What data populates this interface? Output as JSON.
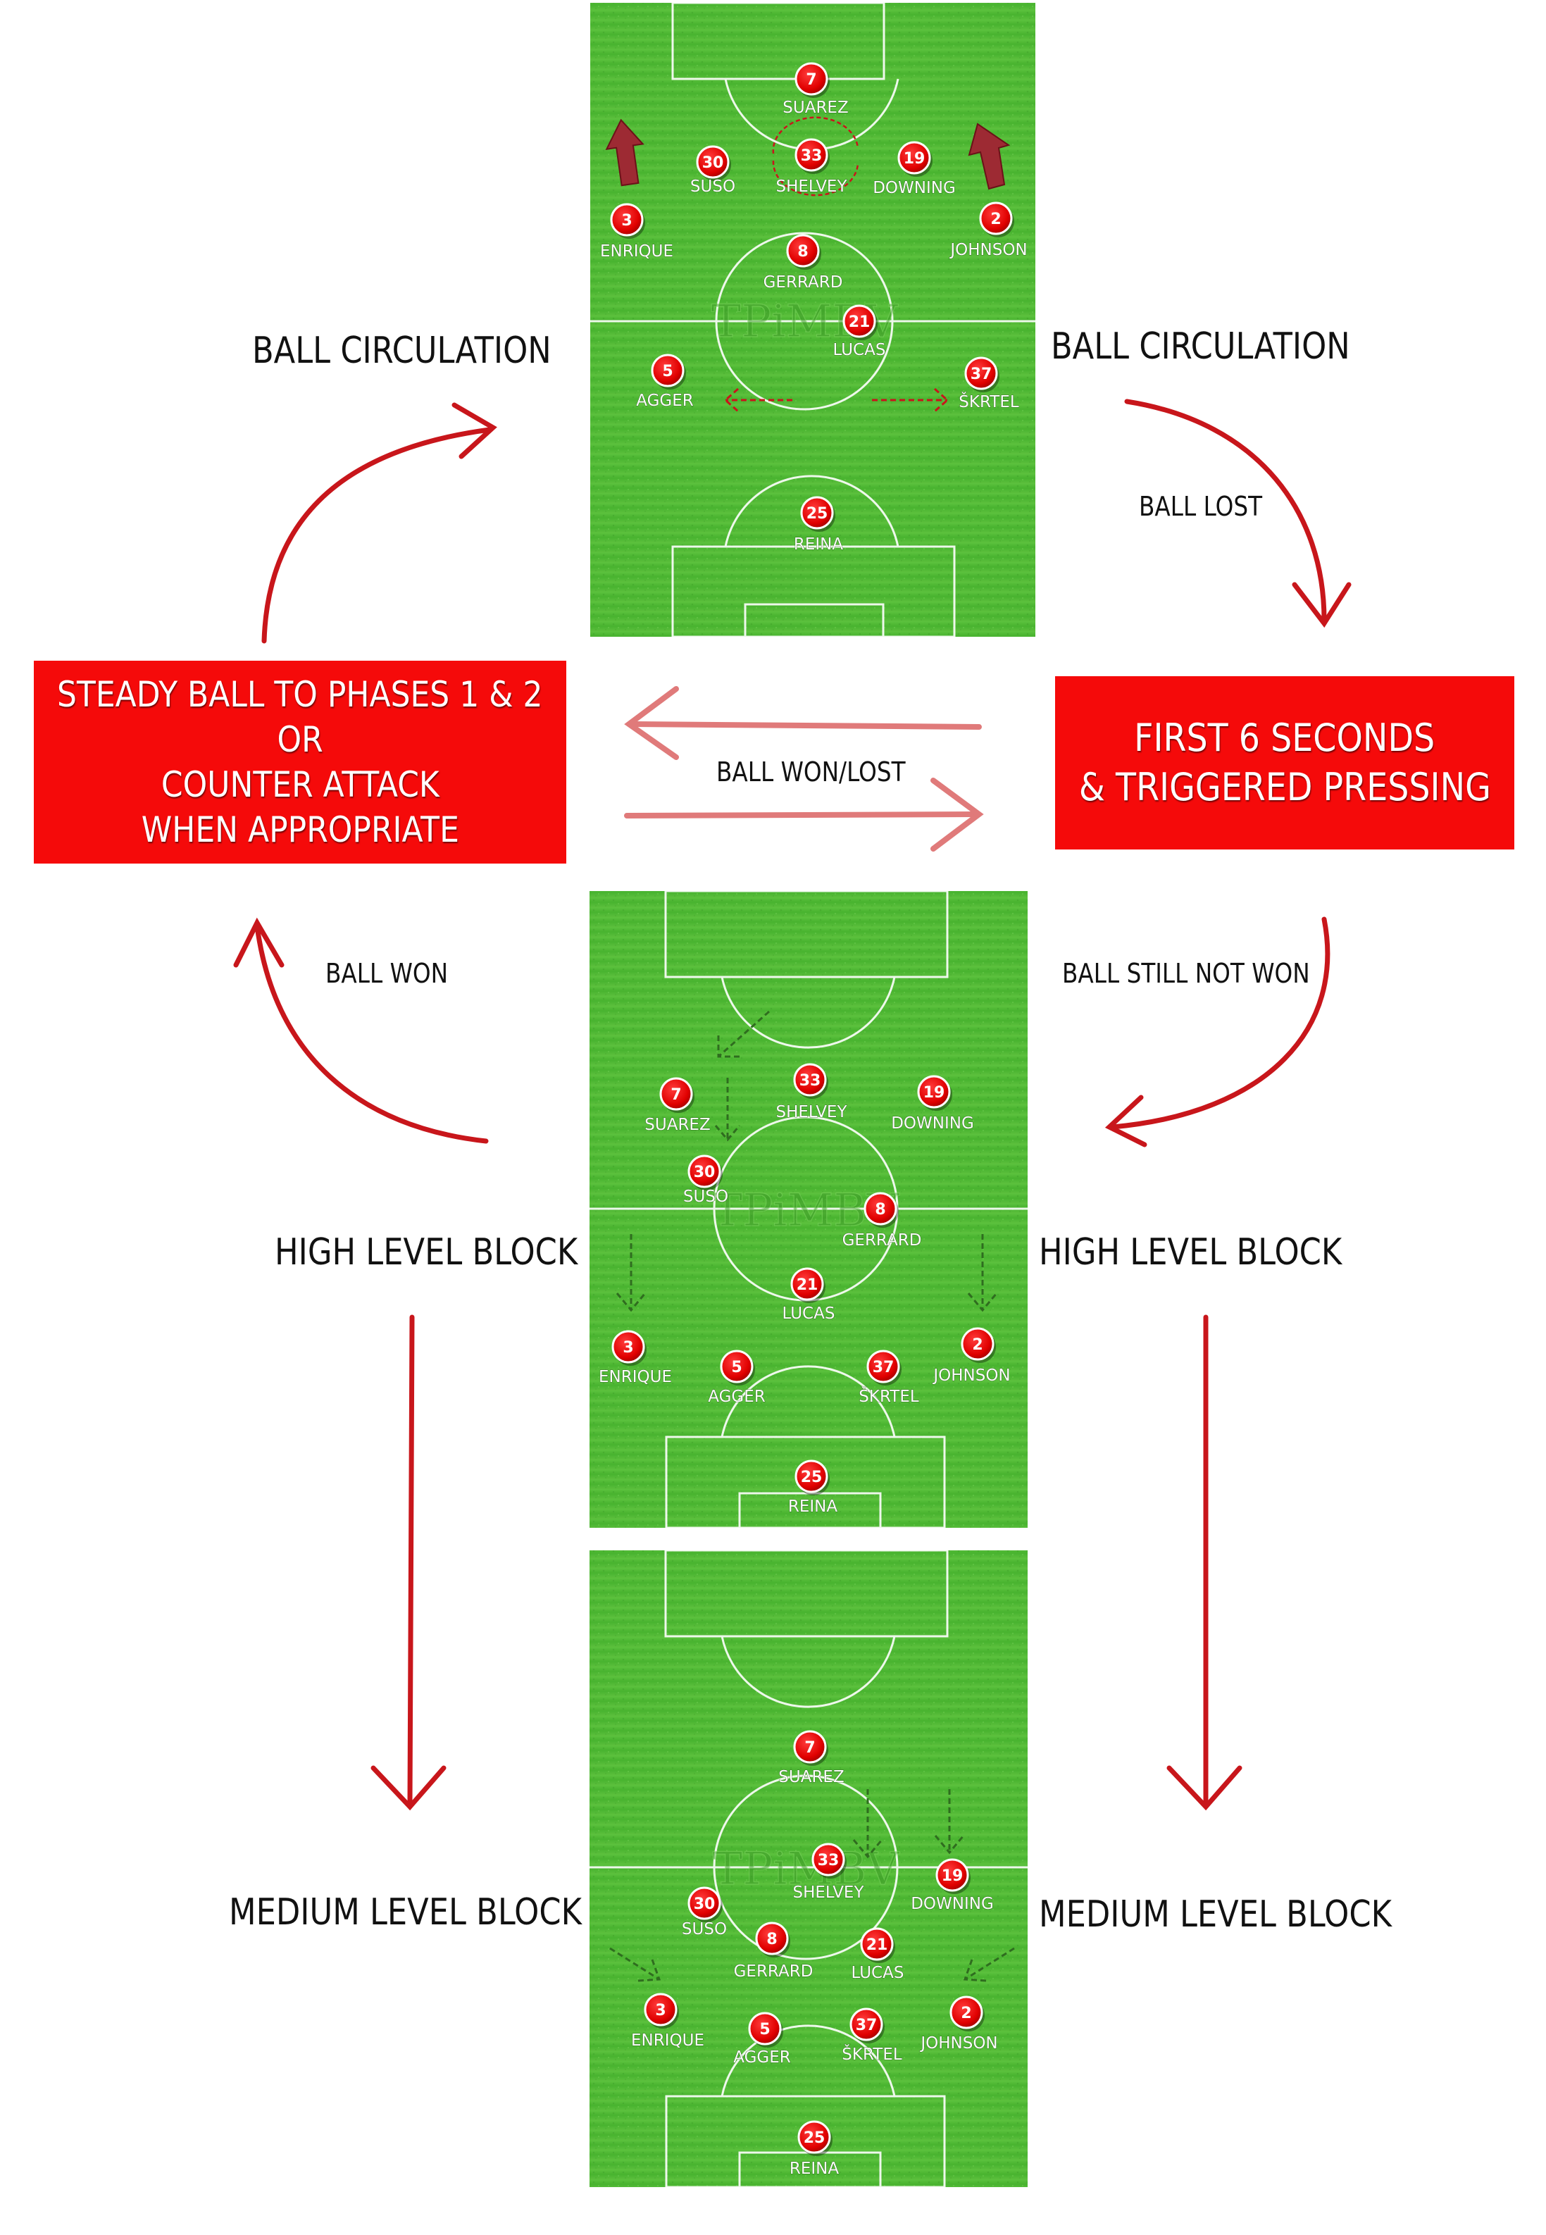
{
  "labels": {
    "top_left": "BALL CIRCULATION",
    "top_right": "BALL CIRCULATION",
    "ball_lost": "BALL LOST",
    "ball_won_lost": "BALL WON/LOST",
    "ball_won": "BALL WON",
    "ball_still_not_won": "BALL STILL NOT WON",
    "high_left": "HIGH LEVEL BLOCK",
    "high_right": "HIGH LEVEL BLOCK",
    "medium_left": "MEDIUM LEVEL BLOCK",
    "medium_right": "MEDIUM LEVEL BLOCK"
  },
  "boxes": {
    "left": [
      "STEADY BALL TO PHASES 1 & 2",
      "OR",
      "COUNTER ATTACK",
      "WHEN APPROPRIATE"
    ],
    "right": [
      "FIRST 6 SECONDS",
      "& TRIGGERED PRESSING"
    ]
  },
  "watermark": "TPiMBV",
  "colors": {
    "accent_red": "#f50a0a",
    "arrow_red": "#c8161b",
    "pitch_green": "#4cb833",
    "pale_arrow": "#e07a7a"
  },
  "pitches": [
    {
      "id": "ball-circulation",
      "players": [
        {
          "number": "7",
          "name": "SUAREZ"
        },
        {
          "number": "30",
          "name": "SUSO"
        },
        {
          "number": "33",
          "name": "SHELVEY"
        },
        {
          "number": "19",
          "name": "DOWNING"
        },
        {
          "number": "3",
          "name": "ENRIQUE"
        },
        {
          "number": "2",
          "name": "JOHNSON"
        },
        {
          "number": "8",
          "name": "GERRARD"
        },
        {
          "number": "21",
          "name": "LUCAS"
        },
        {
          "number": "5",
          "name": "AGGER"
        },
        {
          "number": "37",
          "name": "ŠKRTEL"
        },
        {
          "number": "25",
          "name": "REINA"
        }
      ]
    },
    {
      "id": "high-level-block",
      "players": [
        {
          "number": "33",
          "name": "SHELVEY"
        },
        {
          "number": "7",
          "name": "SUAREZ"
        },
        {
          "number": "19",
          "name": "DOWNING"
        },
        {
          "number": "30",
          "name": "SUSO"
        },
        {
          "number": "8",
          "name": "GERRARD"
        },
        {
          "number": "21",
          "name": "LUCAS"
        },
        {
          "number": "3",
          "name": "ENRIQUE"
        },
        {
          "number": "5",
          "name": "AGGER"
        },
        {
          "number": "37",
          "name": "ŠKRTEL"
        },
        {
          "number": "2",
          "name": "JOHNSON"
        },
        {
          "number": "25",
          "name": "REINA"
        }
      ]
    },
    {
      "id": "medium-level-block",
      "players": [
        {
          "number": "7",
          "name": "SUAREZ"
        },
        {
          "number": "33",
          "name": "SHELVEY"
        },
        {
          "number": "19",
          "name": "DOWNING"
        },
        {
          "number": "30",
          "name": "SUSO"
        },
        {
          "number": "8",
          "name": "GERRARD"
        },
        {
          "number": "21",
          "name": "LUCAS"
        },
        {
          "number": "3",
          "name": "ENRIQUE"
        },
        {
          "number": "5",
          "name": "AGGER"
        },
        {
          "number": "37",
          "name": "ŠKRTEL"
        },
        {
          "number": "2",
          "name": "JOHNSON"
        },
        {
          "number": "25",
          "name": "REINA"
        }
      ]
    }
  ]
}
